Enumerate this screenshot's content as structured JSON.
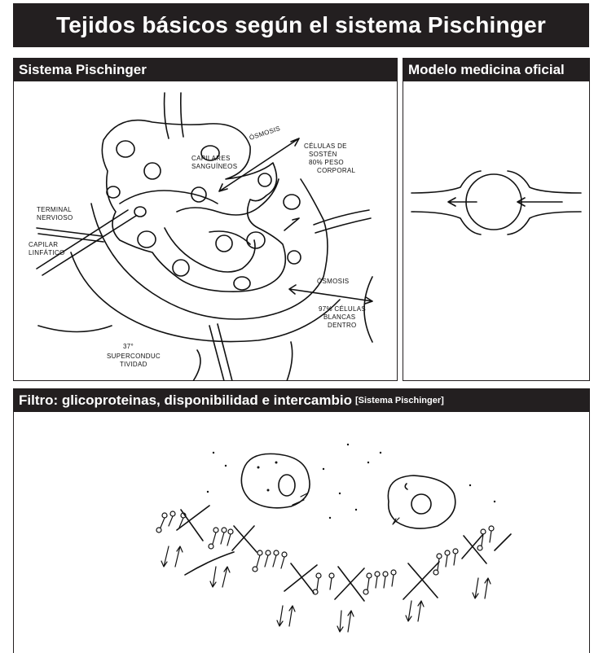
{
  "title": "Tejidos básicos según el sistema Pischinger",
  "panels": {
    "pischinger": {
      "header": "Sistema Pischinger",
      "labels": {
        "capilares": [
          "CAPILARES",
          "SANGUÍNEOS"
        ],
        "terminal": [
          "TERMINAL",
          "NERVIOSO"
        ],
        "capilar": [
          "CAPILAR",
          "LINFÁTICO"
        ],
        "osmosis_top": "ÓSMOSIS",
        "celulas": [
          "CÉLULAS DE",
          "SOSTÉN",
          "80% PESO",
          "CORPORAL"
        ],
        "osmosis_right": "ÓSMOSIS",
        "blancas": [
          "97% CÉLULAS",
          "BLANCAS",
          "DENTRO"
        ],
        "temp": "37°",
        "superconduc": [
          "SUPERCONDUC",
          "TIVIDAD"
        ]
      }
    },
    "oficial": {
      "header": "Modelo medicina oficial"
    },
    "filtro": {
      "header": "Filtro: glicoproteinas, disponibilidad e intercambio",
      "subheader": "[Sistema Pischinger]"
    }
  }
}
